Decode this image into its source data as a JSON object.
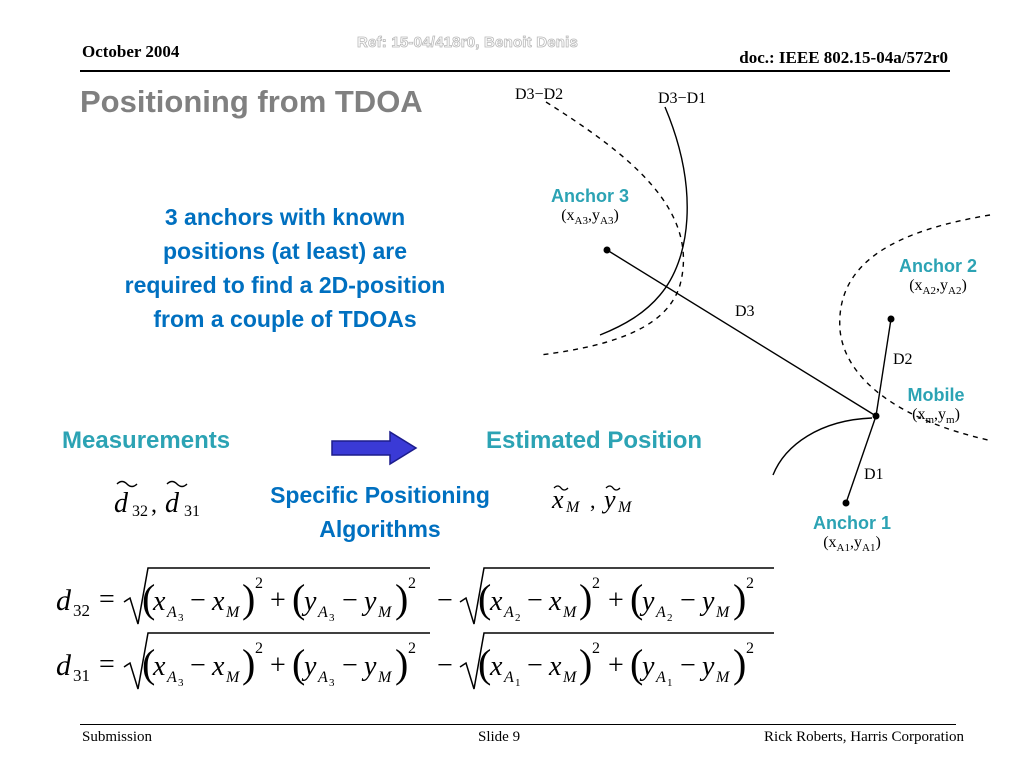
{
  "header": {
    "date": "October 2004",
    "reference": "Ref: 15-04/418r0, Benoit Denis",
    "doc": "doc.: IEEE 802.15-04a/572r0"
  },
  "title": "Positioning from TDOA",
  "intro": {
    "lines": [
      "3 anchors with known",
      "positions (at least) are",
      "required to find a 2D-position",
      "from a couple of TDOAs"
    ]
  },
  "measurements_label": "Measurements",
  "estimated_position_label": "Estimated Position",
  "algorithms_label": {
    "lines": [
      "Specific Positioning",
      "Algorithms"
    ]
  },
  "measurement_symbols": {
    "d": "d",
    "sub1": "32",
    "sep": ",",
    "sub2": "31"
  },
  "estimate_symbols": {
    "x": "x",
    "xsub": "M",
    "sep": ",",
    "y": "y",
    "ysub": "M"
  },
  "diagram": {
    "curve_labels": {
      "d3_d2": "D3−D2",
      "d3_d1": "D3−D1"
    },
    "distance_labels": {
      "d3": "D3",
      "d2": "D2",
      "d1": "D1"
    },
    "anchors": [
      {
        "name": "Anchor 3",
        "coord_prefix": "(x",
        "coord_sub1": "A3",
        "coord_mid": ",y",
        "coord_sub2": "A3",
        "coord_suffix": ")"
      },
      {
        "name": "Anchor 2",
        "coord_prefix": "(x",
        "coord_sub1": "A2",
        "coord_mid": ",y",
        "coord_sub2": "A2",
        "coord_suffix": ")"
      },
      {
        "name": "Anchor 1",
        "coord_prefix": "(x",
        "coord_sub1": "A1",
        "coord_mid": ",y",
        "coord_sub2": "A1",
        "coord_suffix": ")"
      }
    ],
    "mobile": {
      "name": "Mobile",
      "coord_prefix": "(x",
      "coord_sub1": "m",
      "coord_mid": ",y",
      "coord_sub2": "m",
      "coord_suffix": ")"
    }
  },
  "equations": {
    "eq1": {
      "lhs": "d",
      "lhs_sub": "32",
      "a_sub": "A",
      "a_subsub": "3",
      "b_sub": "A",
      "b_subsub": "2"
    },
    "eq2": {
      "lhs": "d",
      "lhs_sub": "31",
      "a_sub": "A",
      "a_subsub": "3",
      "b_sub": "A",
      "b_subsub": "1"
    },
    "glyphs": {
      "eq": "=",
      "minus": "−",
      "plus": "+",
      "x": "x",
      "y": "y",
      "M": "M",
      "sq": "2"
    }
  },
  "footer": {
    "left": "Submission",
    "center": "Slide 9",
    "right": "Rick Roberts, Harris Corporation"
  }
}
